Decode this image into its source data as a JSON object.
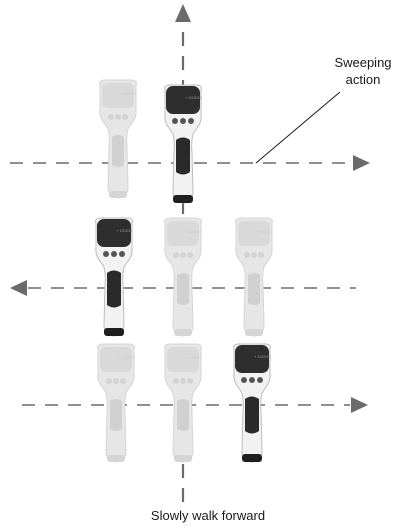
{
  "annotation": {
    "line1": "Sweeping",
    "line2": "action"
  },
  "caption": "Slowly walk forward",
  "colors": {
    "axis": "#6b6b6b",
    "scanner_dark": "#2e2e2e",
    "scanner_faded": "#dcdcdc"
  },
  "rows": [
    {
      "direction": "right",
      "highlighted_scanner": 2
    },
    {
      "direction": "left",
      "highlighted_scanner": 1
    },
    {
      "direction": "right",
      "highlighted_scanner": 3
    }
  ]
}
